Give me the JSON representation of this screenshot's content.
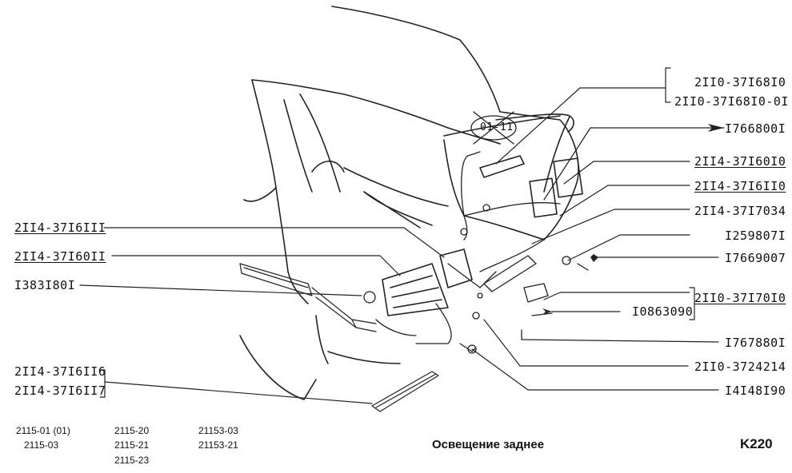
{
  "parts_right": [
    "2II0-37I68I0",
    "2II0-37I68I0-0I",
    "I766800I",
    "2II4-37I60I0",
    "2II4-37I6II0",
    "2II4-37I7034",
    "I259807I",
    "I7669007",
    "2II0-37I70I0",
    "I0863090",
    "I767880I",
    "2II0-3724214",
    "I4I48I90"
  ],
  "parts_left": [
    "2II4-37I6III",
    "2II4-37I60II",
    "I383I80I",
    "2II4-37I6II6",
    "2II4-37I6II7"
  ],
  "variant_marker": "01-11",
  "models": {
    "col1": [
      "2115-01 (01)",
      "2115-03"
    ],
    "col2": [
      "2115-20",
      "2115-21",
      "2115-23"
    ],
    "col3": [
      "21153-03",
      "21153-21"
    ]
  },
  "title": "Освещение заднее",
  "page_code": "K220",
  "colors": {
    "ink": "#111111",
    "background": "#ffffff"
  }
}
